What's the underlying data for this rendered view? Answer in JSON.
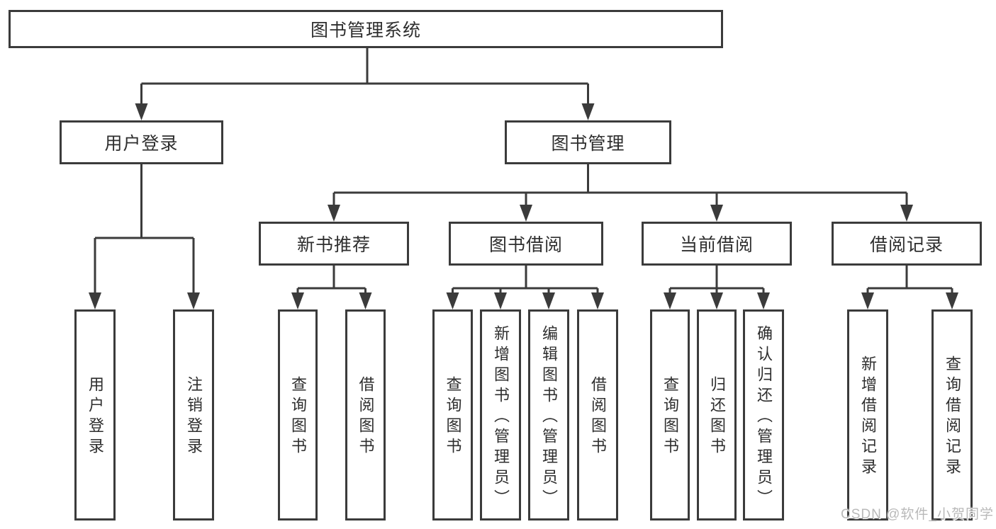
{
  "diagram_type": "hierarchy",
  "colors": {
    "line": "#3b3b3b",
    "box_border": "#3b3b3b",
    "box_fill": "#ffffff",
    "text": "#2e2e2e",
    "watermark": "#b9b9b9",
    "background": "#ffffff"
  },
  "watermark": {
    "text": "CSDN @软件_小贺同学"
  },
  "tree": {
    "label": "图书管理系统",
    "children": [
      {
        "label": "用户登录",
        "children": [
          {
            "label": "用户登录"
          },
          {
            "label": "注销登录"
          }
        ]
      },
      {
        "label": "图书管理",
        "children": [
          {
            "label": "新书推荐",
            "children": [
              {
                "label": "查询图书"
              },
              {
                "label": "借阅图书"
              }
            ]
          },
          {
            "label": "图书借阅",
            "children": [
              {
                "label": "查询图书"
              },
              {
                "label": "新增图书（管理员）"
              },
              {
                "label": "编辑图书（管理员）"
              },
              {
                "label": "借阅图书"
              }
            ]
          },
          {
            "label": "当前借阅",
            "children": [
              {
                "label": "查询图书"
              },
              {
                "label": "归还图书"
              },
              {
                "label": "确认归还（管理员）"
              }
            ]
          },
          {
            "label": "借阅记录",
            "children": [
              {
                "label": "新增借阅记录"
              },
              {
                "label": "查询借阅记录"
              }
            ]
          }
        ]
      }
    ]
  }
}
